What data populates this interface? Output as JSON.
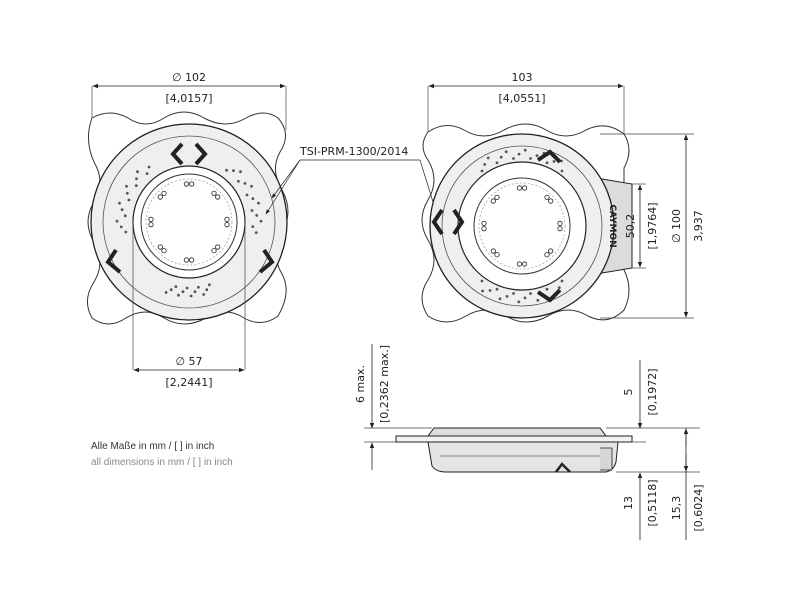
{
  "top_left": {
    "width_mm": "∅ 102",
    "width_in": "[4,0157]",
    "inner_mm": "∅ 57",
    "inner_in": "[2,2441]"
  },
  "callout": "TSI-PRM-1300/2014",
  "top_right": {
    "width_mm": "103",
    "width_in": "[4,0551]",
    "height_mm": "∅ 100",
    "height_in": "3,937",
    "tab_mm": "50,2",
    "tab_in": "[1,9764]",
    "brand": "CAYMON"
  },
  "side_view": {
    "max_mm": "6 max.",
    "max_in": "[0,2362 max.]",
    "top_mm": "5",
    "top_in": "[0,1972]",
    "body_mm": "13",
    "body_in": "[0,5118]",
    "total_mm": "15,3",
    "total_in": "[0,6024]"
  },
  "notes": {
    "de": "Alle Maße in mm / [ ] in inch",
    "en": "all dimensions in mm / [ ] in inch"
  },
  "colors": {
    "line": "#222222",
    "fill": "#eeeeee",
    "tab": "#dcdcdc"
  }
}
